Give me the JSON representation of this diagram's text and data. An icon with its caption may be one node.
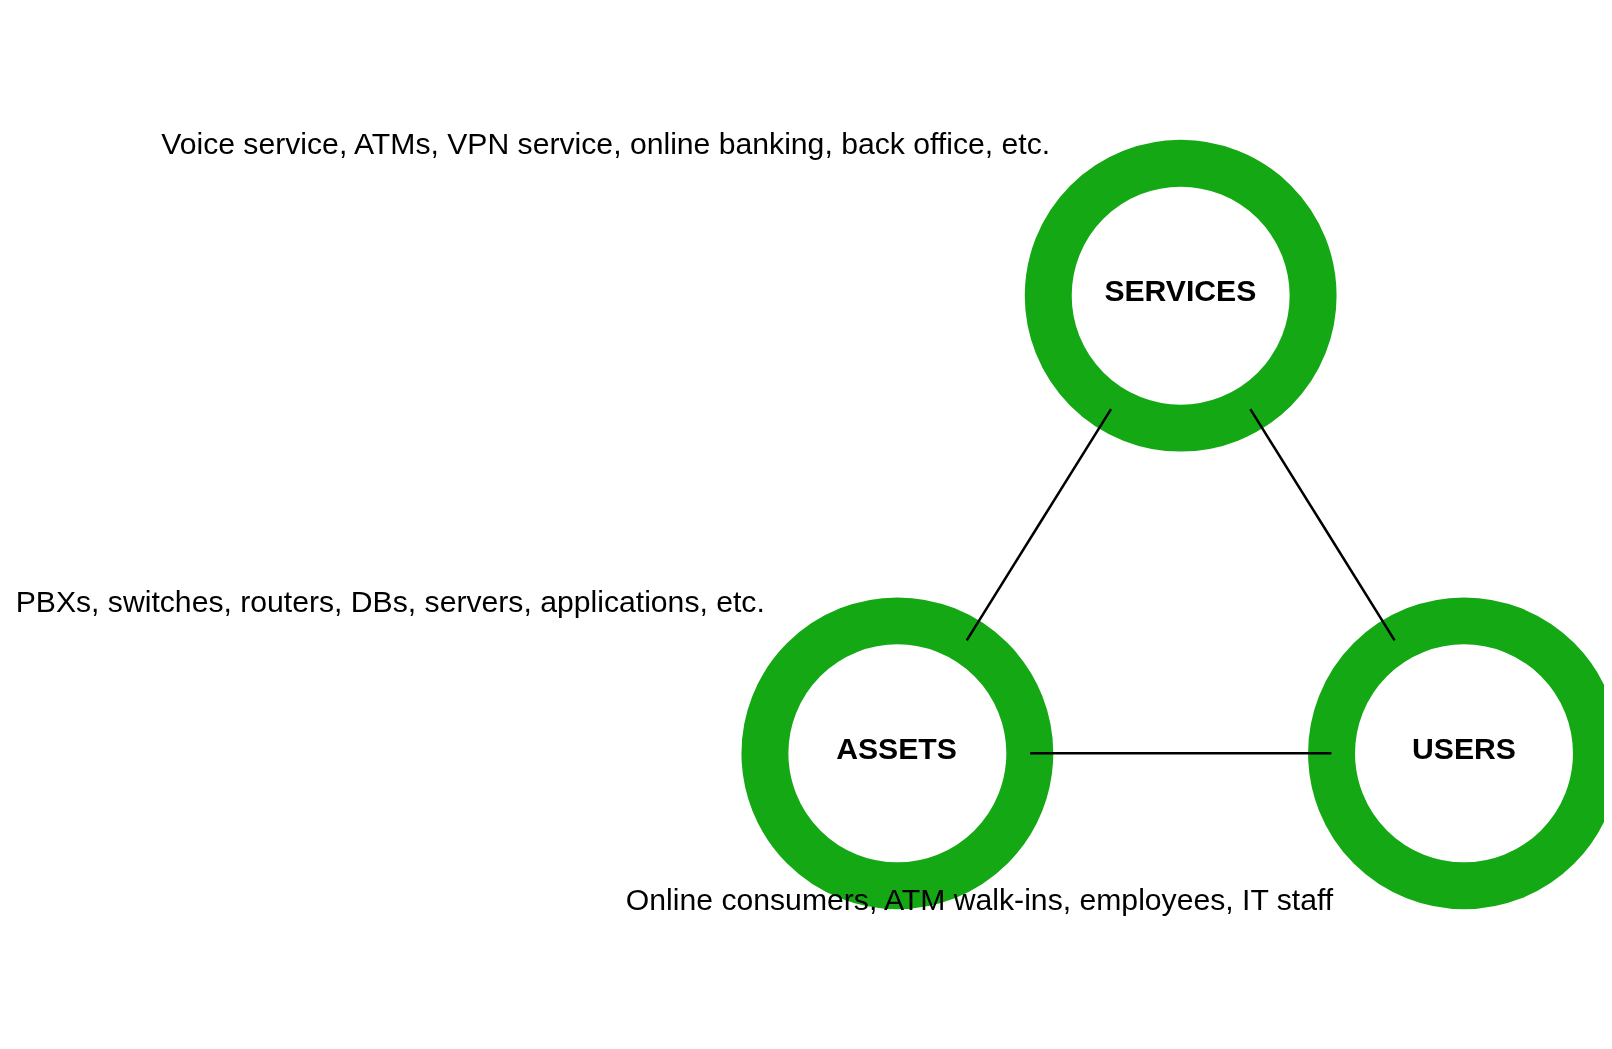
{
  "diagram": {
    "nodes": [
      {
        "text": [
          "SERVICES"
        ],
        "beside": [
          "Voice service, ATMs, VPN service, online banking, back office, etc."
        ]
      },
      {
        "text": [
          "ASSETS"
        ],
        "beside": [
          "PBXs, switches, routers, DBs, servers, applications, etc."
        ]
      },
      {
        "text": [
          "USERS"
        ],
        "beside": [
          "Online consumers, ATM walk-ins, employees, IT staff"
        ]
      }
    ],
    "edges": [
      {
        "from": 0,
        "to": 1,
        "arrow": "none"
      },
      {
        "from": 0,
        "to": 2,
        "arrow": "none"
      },
      {
        "from": 1,
        "to": 2,
        "arrow": "none"
      }
    ]
  }
}
